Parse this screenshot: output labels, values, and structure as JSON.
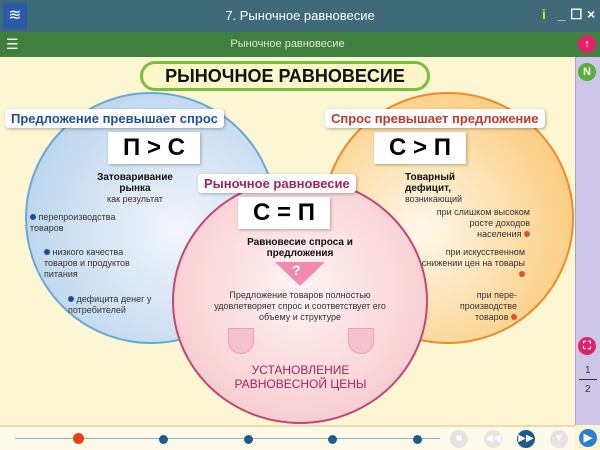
{
  "window": {
    "title": "7. Рыночное равновесие",
    "controls": {
      "info": "i",
      "minimize": "_",
      "maximize": "☐",
      "close": "×"
    }
  },
  "toolbar": {
    "subtitle": "Рыночное равновесие",
    "menu_icon": "hamburger-icon",
    "up_icon": "arrow-up-icon"
  },
  "main": {
    "title": "РЫНОЧНОЕ РАВНОВЕСИЕ",
    "left": {
      "label": "Предложение превышает спрос",
      "formula": "П > С",
      "heading1": "Затоваривание",
      "heading2": "рынка",
      "sub": "как результат",
      "items": [
        "перепроизводства товаров",
        "низкого качества товаров и продуктов питания",
        "дефицита денег у потребителей"
      ]
    },
    "right": {
      "label": "Спрос превышает предложение",
      "formula": "С > П",
      "heading1": "Товарный",
      "heading2": "дефицит,",
      "sub": "возникающий",
      "items": [
        "при слишком высоком росте доходов населения",
        "при искусственном снижении цен на товары",
        "при пере-производстве товаров"
      ]
    },
    "center": {
      "label": "Рыночное равновесие",
      "formula": "С = П",
      "heading": "Равновесие спроса и предложения",
      "question": "?",
      "text": "Предложение товаров полностью удовлетворяет спрос и соответствует его объему и структуре",
      "bottom": "УСТАНОВЛЕНИЕ РАВНОВЕСНОЙ ЦЕНЫ"
    }
  },
  "sidebar": {
    "n_button": "N",
    "page_current": "1",
    "page_total": "2"
  },
  "colors": {
    "titlebar": "#3f6a77",
    "toolbar": "#417f3e",
    "left_accent": "#1f4f94",
    "right_accent": "#c0392b",
    "center_accent": "#a3245c"
  }
}
